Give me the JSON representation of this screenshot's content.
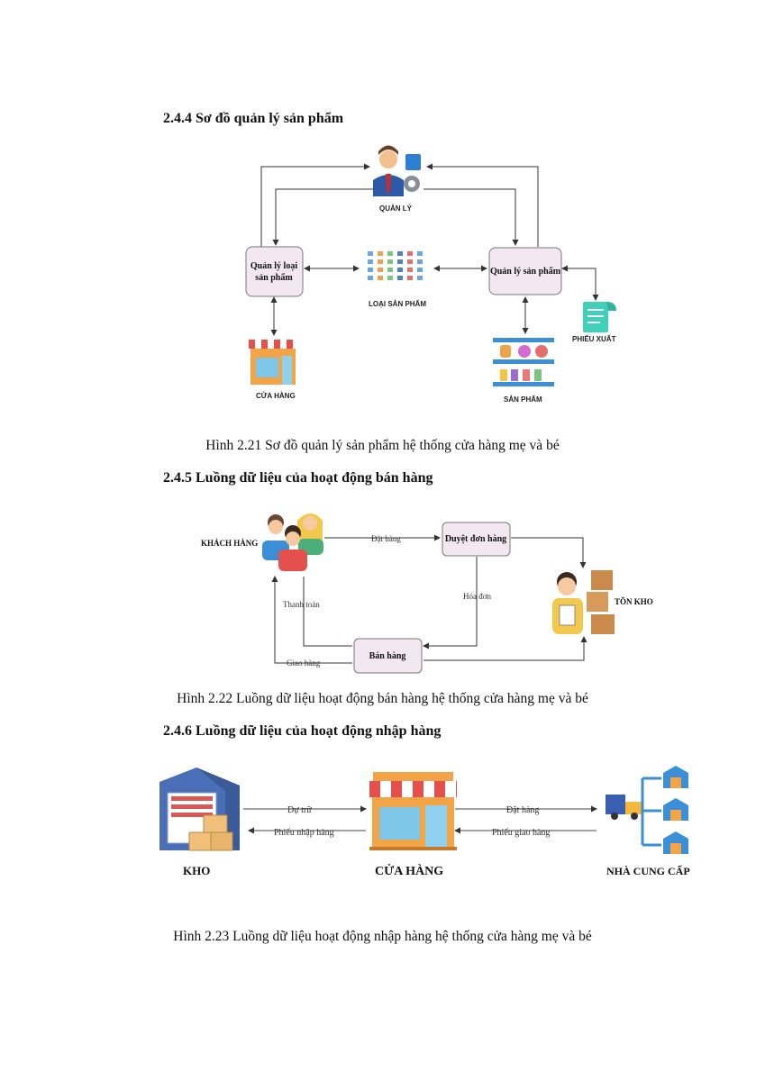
{
  "sections": [
    {
      "heading": "2.4.4   Sơ đồ quản lý sản phẩm",
      "caption": "Hình 2.21 Sơ đồ quản lý sản phẩm hệ thống cửa hàng mẹ và bé"
    },
    {
      "heading": "2.4.5   Luồng dữ liệu của hoạt động bán hàng",
      "caption": "Hình 2.22 Luồng dữ liệu hoạt động bán hàng hệ thống cửa hàng mẹ và bé"
    },
    {
      "heading": "2.4.6   Luồng dữ liệu của hoạt động nhập hàng",
      "caption": "Hình 2.23 Luồng dữ liệu hoạt động nhập hàng hệ thống cửa hàng mẹ và bé"
    }
  ],
  "fig21": {
    "manager": "QUẢN LÝ",
    "category_box": [
      "Quản lý loại",
      "sản phẩm"
    ],
    "product_box": "Quản lý sản phẩm",
    "categories": "LOẠI SẢN PHẨM",
    "store": "CỬA HÀNG",
    "products": "SẢN PHẨM",
    "export_slip": "PHIẾU XUẤT"
  },
  "fig22": {
    "customer": "KHÁCH HÀNG",
    "order_box": "Duyệt đơn hàng",
    "stock": "TỒN KHO",
    "sales_box": "Bán hàng",
    "edge_order": "Đặt hàng",
    "edge_invoice": "Hóa đơn",
    "edge_payment": "Thanh toán",
    "edge_delivery": "Giao hàng"
  },
  "fig23": {
    "warehouse": "KHO",
    "store": "CỬA HÀNG",
    "supplier": "NHÀ CUNG CẤP",
    "edge_reserve": "Dự trữ",
    "edge_import_slip": "Phiếu nhập hàng",
    "edge_order": "Đặt hàng",
    "edge_delivery_slip": "Phiếu giao hàng"
  },
  "colors": {
    "box_fill": "#f3e8f2",
    "box_stroke": "#777777",
    "awning_red": "#e4504b",
    "accent_blue": "#3a8fd6",
    "orange": "#f2a446"
  }
}
